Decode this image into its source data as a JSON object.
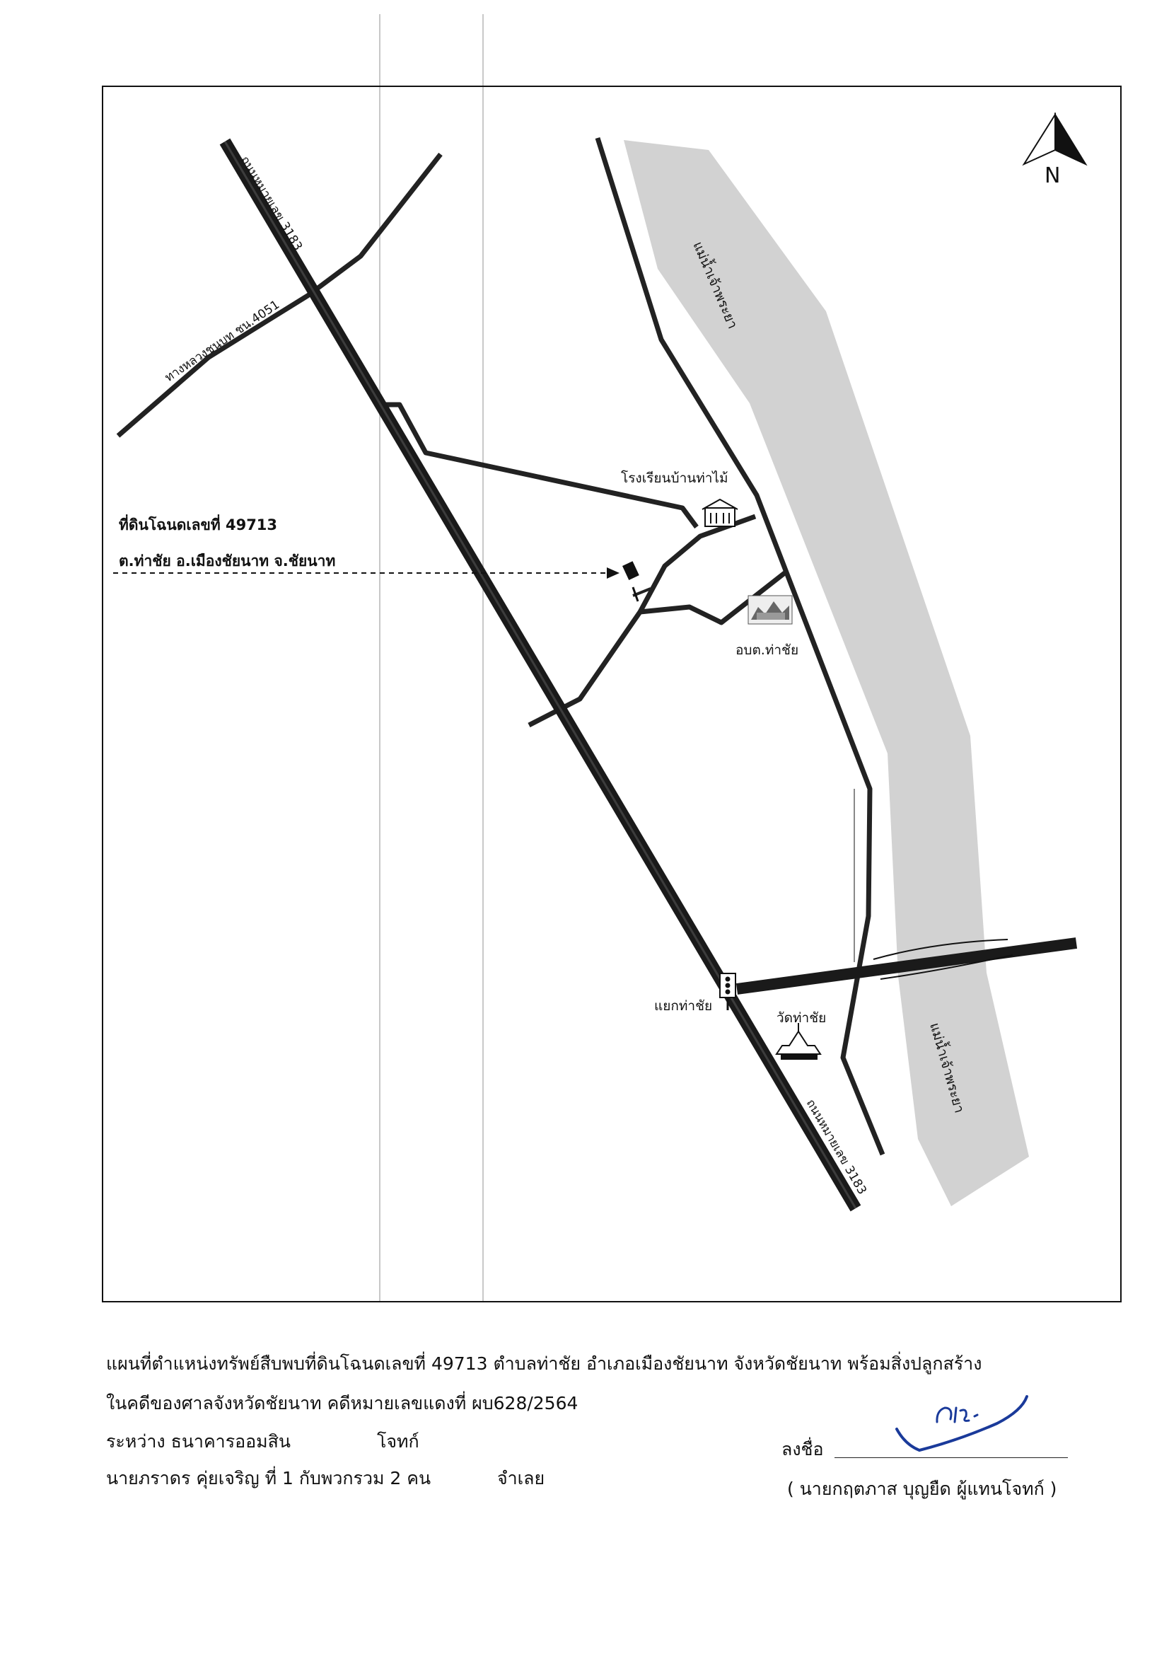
{
  "map": {
    "north_letter": "N",
    "roads": {
      "highway_3183_top": "ถนนหมายเลข 3183",
      "highway_3183_bottom": "ถนนหมายเลข 3183",
      "rural_road_4051": "ทางหลวงชนบท ชน.4051"
    },
    "river": {
      "label_top": "แม่น้ำเจ้าพระยา",
      "label_bottom": "แม่น้ำเจ้าพระยา"
    },
    "landmarks": {
      "school": "โรงเรียนบ้านท่าไม้",
      "sao": "อบต.ท่าชัย",
      "junction": "แยกท่าชัย",
      "temple": "วัดท่าชัย"
    },
    "parcel": {
      "line1": "ที่ดินโฉนดเลขที่ 49713",
      "line2": "ต.ท่าชัย  อ.เมืองชัยนาท  จ.ชัยนาท"
    },
    "colors": {
      "river": "#d2d2d2",
      "road": "#222222",
      "frame": "#111111"
    }
  },
  "caption": {
    "line1": "แผนที่ตำแหน่งทรัพย์สืบพบที่ดินโฉนดเลขที่ 49713  ตำบลท่าชัย  อำเภอเมืองชัยนาท  จังหวัดชัยนาท  พร้อมสิ่งปลูกสร้าง",
    "line2": "ในคดีของศาลจังหวัดชัยนาท  คดีหมายเลขแดงที่ ผบ628/2564",
    "line3_label": "ระหว่าง  ธนาคารออมสิน",
    "line3_role": "โจทก์",
    "line4_label": "นายภราดร  คุ่ยเจริญ ที่ 1 กับพวกรวม 2  คน",
    "line4_role": "จำเลย"
  },
  "signature": {
    "label": "ลงชื่อ",
    "signer": "( นายกฤตภาส  บุญยืด    ผู้แทนโจทก์ )"
  }
}
